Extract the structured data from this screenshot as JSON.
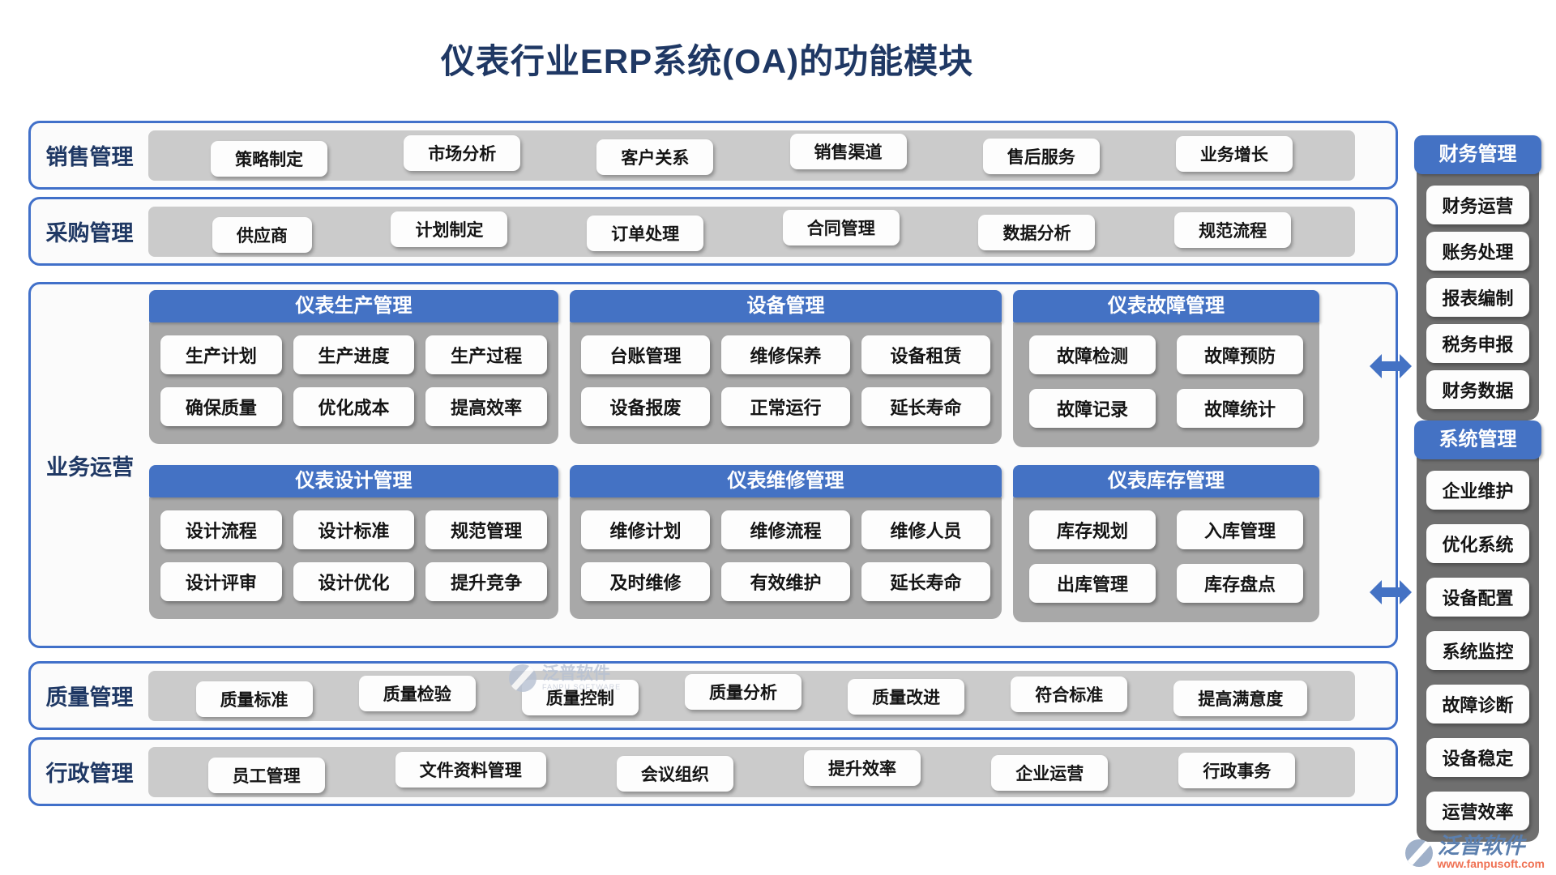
{
  "title": "仪表行业ERP系统(OA)的功能模块",
  "rows": {
    "sales": {
      "label": "销售管理",
      "items": [
        "策略制定",
        "市场分析",
        "客户关系",
        "销售渠道",
        "售后服务",
        "业务增长"
      ]
    },
    "procurement": {
      "label": "采购管理",
      "items": [
        "供应商",
        "计划制定",
        "订单处理",
        "合同管理",
        "数据分析",
        "规范流程"
      ]
    },
    "quality": {
      "label": "质量管理",
      "items": [
        "质量标准",
        "质量检验",
        "质量控制",
        "质量分析",
        "质量改进",
        "符合标准",
        "提高满意度"
      ]
    },
    "admin": {
      "label": "行政管理",
      "items": [
        "员工管理",
        "文件资料管理",
        "会议组织",
        "提升效率",
        "企业运营",
        "行政事务"
      ]
    }
  },
  "operations": {
    "label": "业务运营",
    "blocks": [
      {
        "title": "仪表生产管理",
        "items": [
          "生产计划",
          "生产进度",
          "生产过程",
          "确保质量",
          "优化成本",
          "提高效率"
        ]
      },
      {
        "title": "设备管理",
        "items": [
          "台账管理",
          "维修保养",
          "设备租赁",
          "设备报废",
          "正常运行",
          "延长寿命"
        ]
      },
      {
        "title": "仪表故障管理",
        "items": [
          "故障检测",
          "故障预防",
          "故障记录",
          "故障统计"
        ]
      },
      {
        "title": "仪表设计管理",
        "items": [
          "设计流程",
          "设计标准",
          "规范管理",
          "设计评审",
          "设计优化",
          "提升竞争"
        ]
      },
      {
        "title": "仪表维修管理",
        "items": [
          "维修计划",
          "维修流程",
          "维修人员",
          "及时维修",
          "有效维护",
          "延长寿命"
        ]
      },
      {
        "title": "仪表库存管理",
        "items": [
          "库存规划",
          "入库管理",
          "出库管理",
          "库存盘点"
        ]
      }
    ]
  },
  "side_panels": {
    "finance": {
      "title": "财务管理",
      "items": [
        "财务运营",
        "账务处理",
        "报表编制",
        "税务申报",
        "财务数据"
      ]
    },
    "system": {
      "title": "系统管理",
      "items": [
        "企业维护",
        "优化系统",
        "设备配置",
        "系统监控",
        "故障诊断",
        "设备稳定",
        "运营效率"
      ]
    }
  },
  "watermark": {
    "logo_text": "泛普软件",
    "logo_sub": "FANPU SOFTWARE"
  },
  "brand": {
    "name": "泛普软件",
    "url": "www.fanpusoft.com"
  },
  "colors": {
    "navy": "#1f3864",
    "blue": "#4472c4",
    "border_blue": "#4170c9",
    "strip_gray": "#cbcbcb",
    "module_gray": "#a8a8a8",
    "panel_gray": "#6f6f6f",
    "brand_blue": "#5b7fae",
    "brand_orange": "#ef7153"
  }
}
